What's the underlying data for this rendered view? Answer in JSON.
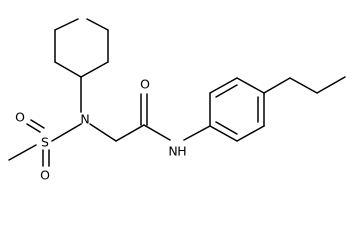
{
  "molecule": {
    "atoms": {
      "nitrogen_sulfonamide": "N",
      "sulfur": "S",
      "oxygen_sulfonyl_top": "O",
      "oxygen_sulfonyl_bottom": "O",
      "oxygen_carbonyl": "O",
      "nitrogen_amide": "N",
      "hydrogen_amide": "H"
    }
  }
}
